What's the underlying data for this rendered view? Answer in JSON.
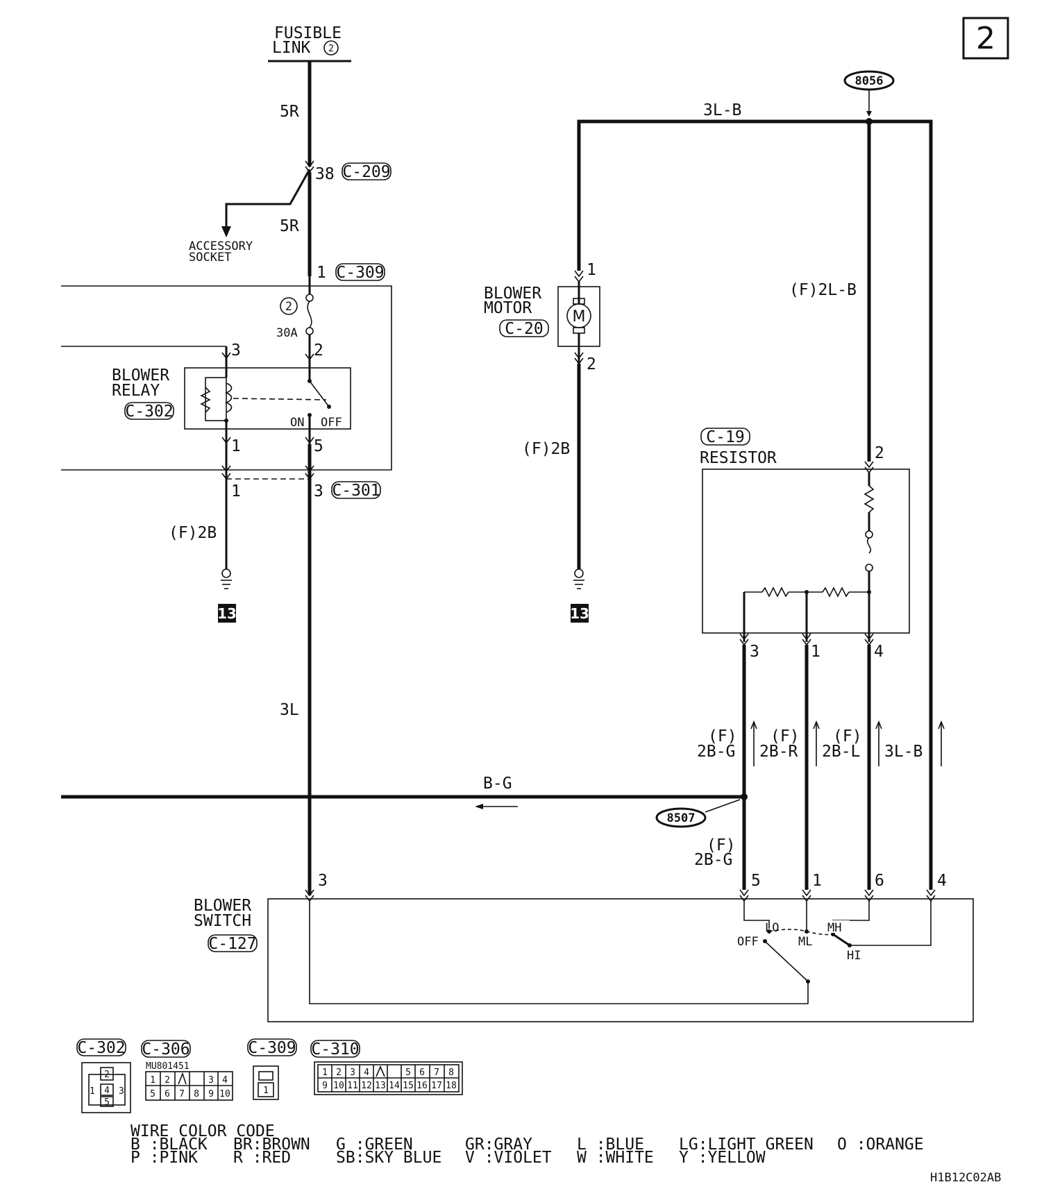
{
  "page_number": "2",
  "fusible_link": {
    "line1": "FUSIBLE",
    "line2": "LINK",
    "number": "2"
  },
  "wires": {
    "w5r_top": "5R",
    "w5r_mid": "5R",
    "w3l": "3L",
    "w3lb_top": "3L-B",
    "f2lb": "(F)2L-B",
    "f2b_left": "(F)2B",
    "f2b_motor": "(F)2B",
    "bg": "B-G",
    "f_2bg_upper": {
      "line1": "(F)",
      "line2": "2B-G"
    },
    "f_2br": {
      "line1": "(F)",
      "line2": "2B-R"
    },
    "f_2bl": {
      "line1": "(F)",
      "line2": "2B-L"
    },
    "w3lb_low": "3L-B",
    "f_2bg_lower": {
      "line1": "(F)",
      "line2": "2B-G"
    }
  },
  "connectors": {
    "c209": "C-209",
    "c309": "C-309",
    "c302": "C-302",
    "c301": "C-301",
    "c20": "C-20",
    "c19": "C-19",
    "c127": "C-127"
  },
  "pins": {
    "p38": "38",
    "p1_309": "1",
    "p3_relay": "3",
    "p2_relay": "2",
    "p1_relay": "1",
    "p5_relay": "5",
    "p1_301": "1",
    "p3_301": "3",
    "motor_1": "1",
    "motor_2": "2",
    "res_2": "2",
    "res_3": "3",
    "res_1": "1",
    "res_4": "4",
    "sw_3": "3",
    "sw_5": "5",
    "sw_1": "1",
    "sw_6": "6",
    "sw_4": "4"
  },
  "splices": {
    "s8056": "8056",
    "s8507": "8507"
  },
  "components": {
    "accessory_socket": {
      "line1": "ACCESSORY",
      "line2": "SOCKET"
    },
    "fuse_number": "2",
    "fuse_rating": "30A",
    "blower_relay": {
      "line1": "BLOWER",
      "line2": "RELAY"
    },
    "relay_on": "ON",
    "relay_off": "OFF",
    "blower_motor": {
      "line1": "BLOWER",
      "line2": "MOTOR"
    },
    "motor_symbol": "M",
    "resistor": "RESISTOR",
    "blower_switch": {
      "line1": "BLOWER",
      "line2": "SWITCH"
    },
    "switch_positions": {
      "off": "OFF",
      "lo": "LO",
      "ml": "ML",
      "mh": "MH",
      "hi": "HI"
    }
  },
  "grounds": {
    "g_left": "13",
    "g_motor": "13"
  },
  "connector_views": [
    {
      "name": "C-302",
      "pins": [
        "2",
        "1",
        "4",
        "3",
        "5"
      ]
    },
    {
      "name": "C-306",
      "part": "MU801451",
      "top": [
        "1",
        "2",
        "3",
        "4"
      ],
      "bottom": [
        "5",
        "6",
        "7",
        "8",
        "9",
        "10"
      ]
    },
    {
      "name": "C-309",
      "pins": [
        "1"
      ]
    },
    {
      "name": "C-310",
      "top": [
        "1",
        "2",
        "3",
        "4",
        "5",
        "6",
        "7",
        "8"
      ],
      "bottom": [
        "9",
        "10",
        "11",
        "12",
        "13",
        "14",
        "15",
        "16",
        "17",
        "18"
      ]
    }
  ],
  "legend": {
    "title": "WIRE COLOR CODE",
    "row1": [
      "B :BLACK",
      "BR:BROWN",
      "G :GREEN",
      "GR:GRAY",
      "L :BLUE",
      "LG:LIGHT GREEN",
      "O :ORANGE"
    ],
    "row2": [
      "P :PINK",
      "R :RED",
      "SB:SKY BLUE",
      "V :VIOLET",
      "W :WHITE",
      "Y :YELLOW"
    ]
  },
  "doc_code": "H1B12C02AB"
}
